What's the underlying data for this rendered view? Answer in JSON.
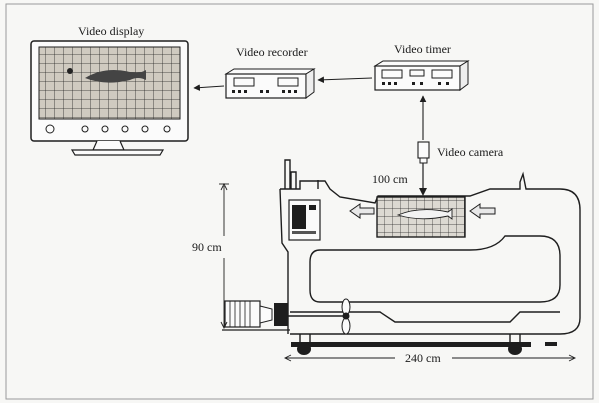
{
  "labels": {
    "video_display": "Video display",
    "video_recorder": "Video recorder",
    "video_timer": "Video timer",
    "video_camera": "Video camera",
    "length_test_section": "100 cm",
    "height": "90 cm",
    "length_total": "240 cm"
  },
  "colors": {
    "line": "#1e1e1e",
    "arrow_fill": "#e8e8e8",
    "background": "#f7f7f5",
    "screen_bg": "#d9d6cf"
  },
  "icons": [
    "monitor-icon",
    "recorder-icon",
    "timer-icon",
    "camera-icon",
    "motor-icon",
    "propeller-icon"
  ]
}
